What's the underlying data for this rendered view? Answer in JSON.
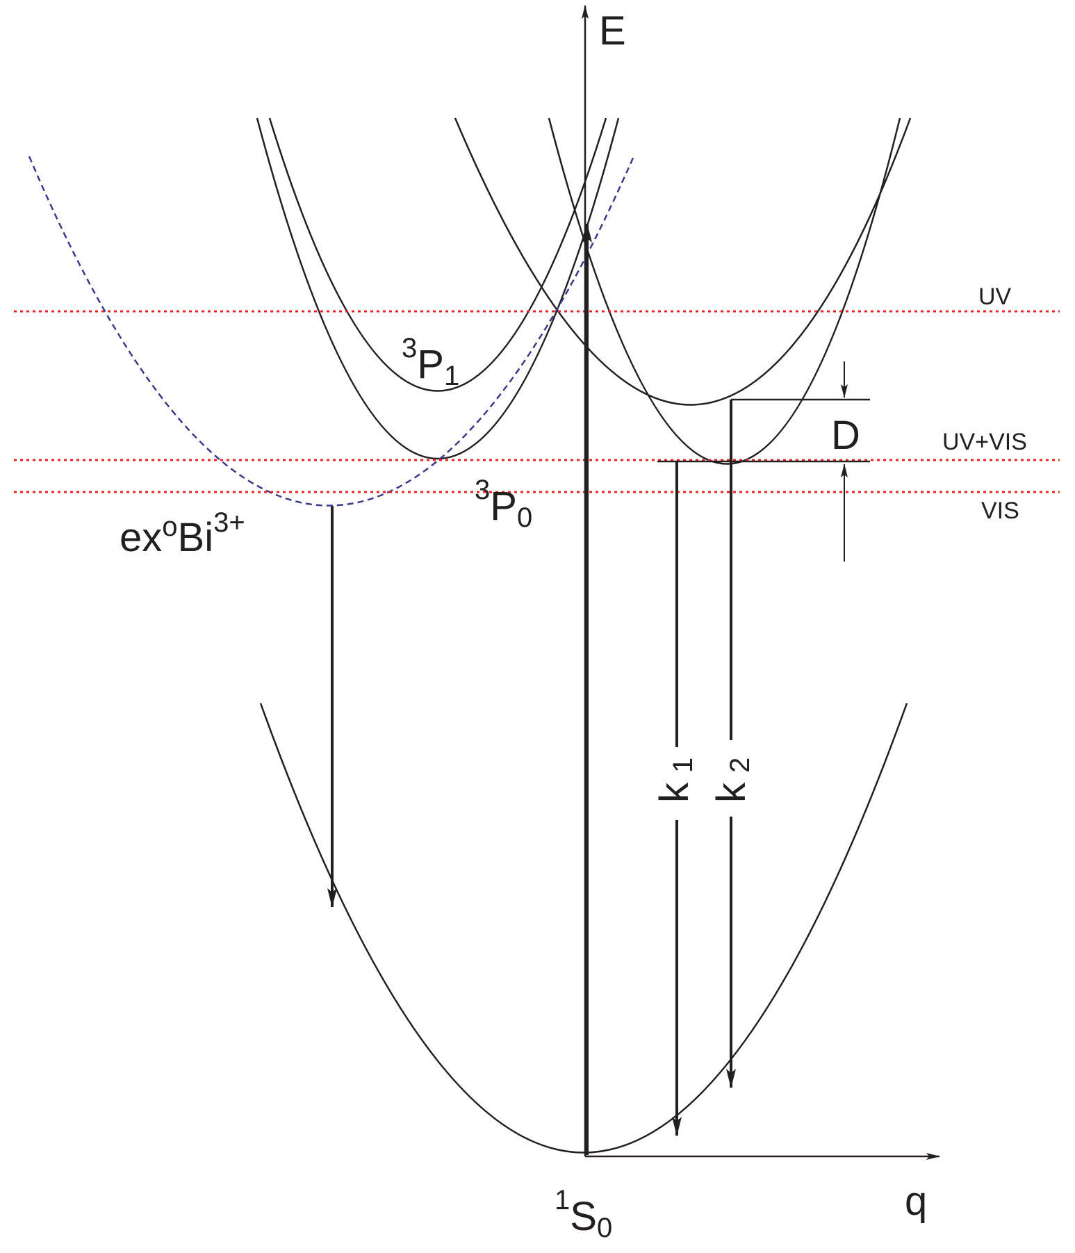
{
  "axes": {
    "energy_label": "E",
    "coordinate_label": "q"
  },
  "states": {
    "ground": {
      "sup": "1",
      "main": "S",
      "sub": "0"
    },
    "p1": {
      "sup": "3",
      "main": "P",
      "sub": "1"
    },
    "p0": {
      "sup": "3",
      "main": "P",
      "sub": "0"
    },
    "exciton": {
      "main": "ex",
      "sup1": "o",
      "main2": "Bi",
      "sup2": "3+"
    }
  },
  "transitions": {
    "k1": {
      "main": "k",
      "sub": "1"
    },
    "k2": {
      "main": "k",
      "sub": "2"
    }
  },
  "gap_label": "D",
  "excitation_levels": {
    "uv": "UV",
    "uv_vis": "UV+VIS",
    "vis": "VIS"
  },
  "colors": {
    "curves": "#231f20",
    "excitation_lines": "#e4262a",
    "exciton_curve": "#3a3a8c"
  }
}
